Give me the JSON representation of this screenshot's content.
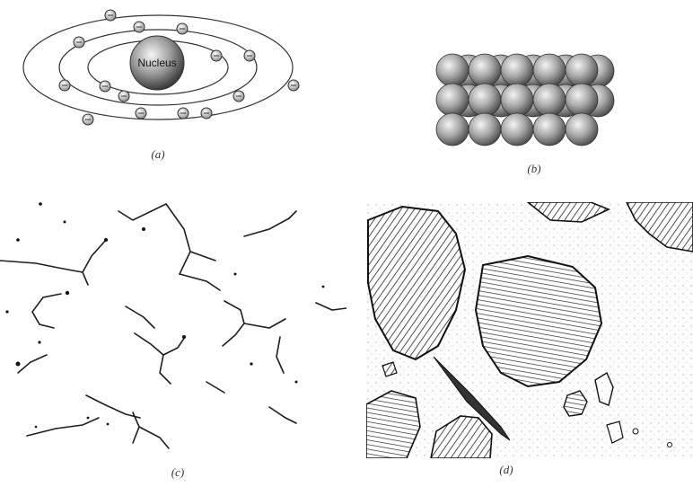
{
  "panels": {
    "a": {
      "caption": "(a)",
      "nucleus_label": "Nucleus"
    },
    "b": {
      "caption": "(b)"
    },
    "c": {
      "caption": "(c)"
    },
    "d": {
      "caption": "(d)"
    }
  },
  "colors": {
    "ink": "#222222",
    "paper": "#ffffff",
    "sphere_light": "#f2f2f2",
    "sphere_dark": "#4a4a4a"
  }
}
